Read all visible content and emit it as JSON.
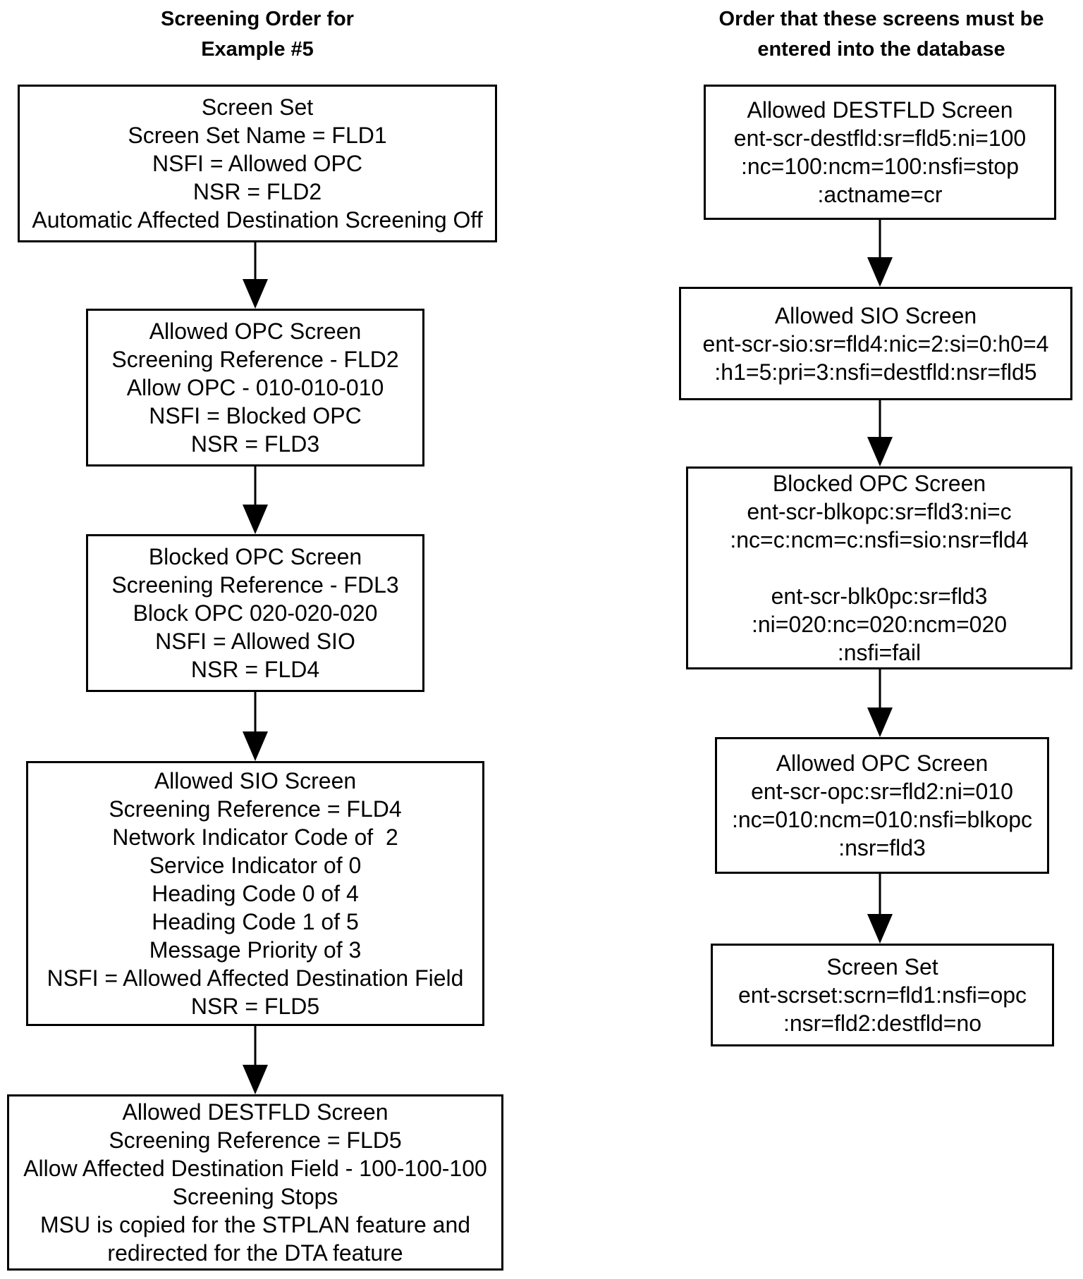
{
  "page": {
    "background_color": "#ffffff",
    "line_color": "#000000"
  },
  "left_column": {
    "title_lines": [
      "Screening Order for",
      "Example #5"
    ],
    "boxes": [
      {
        "name": "Screen Set",
        "lines": [
          "Screen Set",
          "Screen Set Name = FLD1",
          "NSFI = Allowed OPC",
          "NSR = FLD2",
          "Automatic Affected Destination Screening Off"
        ]
      },
      {
        "name": "Allowed OPC Screen",
        "lines": [
          "Allowed OPC Screen",
          "Screening Reference - FLD2",
          "Allow OPC - 010-010-010",
          "NSFI = Blocked OPC",
          "NSR = FLD3"
        ]
      },
      {
        "name": "Blocked OPC Screen",
        "lines": [
          "Blocked OPC Screen",
          "Screening Reference - FDL3",
          "Block OPC 020-020-020",
          "NSFI = Allowed SIO",
          "NSR = FLD4"
        ]
      },
      {
        "name": "Allowed SIO Screen",
        "lines": [
          "Allowed SIO Screen",
          "Screening Reference = FLD4",
          "Network Indicator Code of  2",
          "Service Indicator of 0",
          "Heading Code 0 of 4",
          "Heading Code 1 of 5",
          "Message Priority of 3",
          "NSFI = Allowed Affected Destination Field",
          "NSR = FLD5"
        ]
      },
      {
        "name": "Allowed DESTFLD Screen",
        "lines": [
          "Allowed DESTFLD Screen",
          "Screening Reference = FLD5",
          "Allow Affected Destination Field - 100-100-100",
          "Screening Stops",
          "MSU is copied for the STPLAN feature and",
          "redirected for the DTA feature"
        ]
      }
    ]
  },
  "right_column": {
    "title_lines": [
      "Order that these screens must be",
      "entered into the database"
    ],
    "boxes": [
      {
        "name": "Allowed DESTFLD Screen",
        "lines": [
          "Allowed DESTFLD Screen",
          "ent-scr-destfld:sr=fld5:ni=100",
          ":nc=100:ncm=100:nsfi=stop",
          ":actname=cr"
        ]
      },
      {
        "name": "Allowed SIO Screen",
        "lines": [
          "Allowed SIO Screen",
          "ent-scr-sio:sr=fld4:nic=2:si=0:h0=4",
          ":h1=5:pri=3:nsfi=destfld:nsr=fld5"
        ]
      },
      {
        "name": "Blocked OPC Screen",
        "lines": [
          "Blocked OPC Screen",
          "ent-scr-blkopc:sr=fld3:ni=c",
          ":nc=c:ncm=c:nsfi=sio:nsr=fld4",
          "",
          "ent-scr-blk0pc:sr=fld3",
          ":ni=020:nc=020:ncm=020",
          ":nsfi=fail"
        ]
      },
      {
        "name": "Allowed OPC Screen",
        "lines": [
          "Allowed OPC Screen",
          "ent-scr-opc:sr=fld2:ni=010",
          ":nc=010:ncm=010:nsfi=blkopc",
          ":nsr=fld3"
        ]
      },
      {
        "name": "Screen Set",
        "lines": [
          "Screen Set",
          "ent-scrset:scrn=fld1:nsfi=opc",
          ":nsr=fld2:destfld=no"
        ]
      }
    ]
  }
}
